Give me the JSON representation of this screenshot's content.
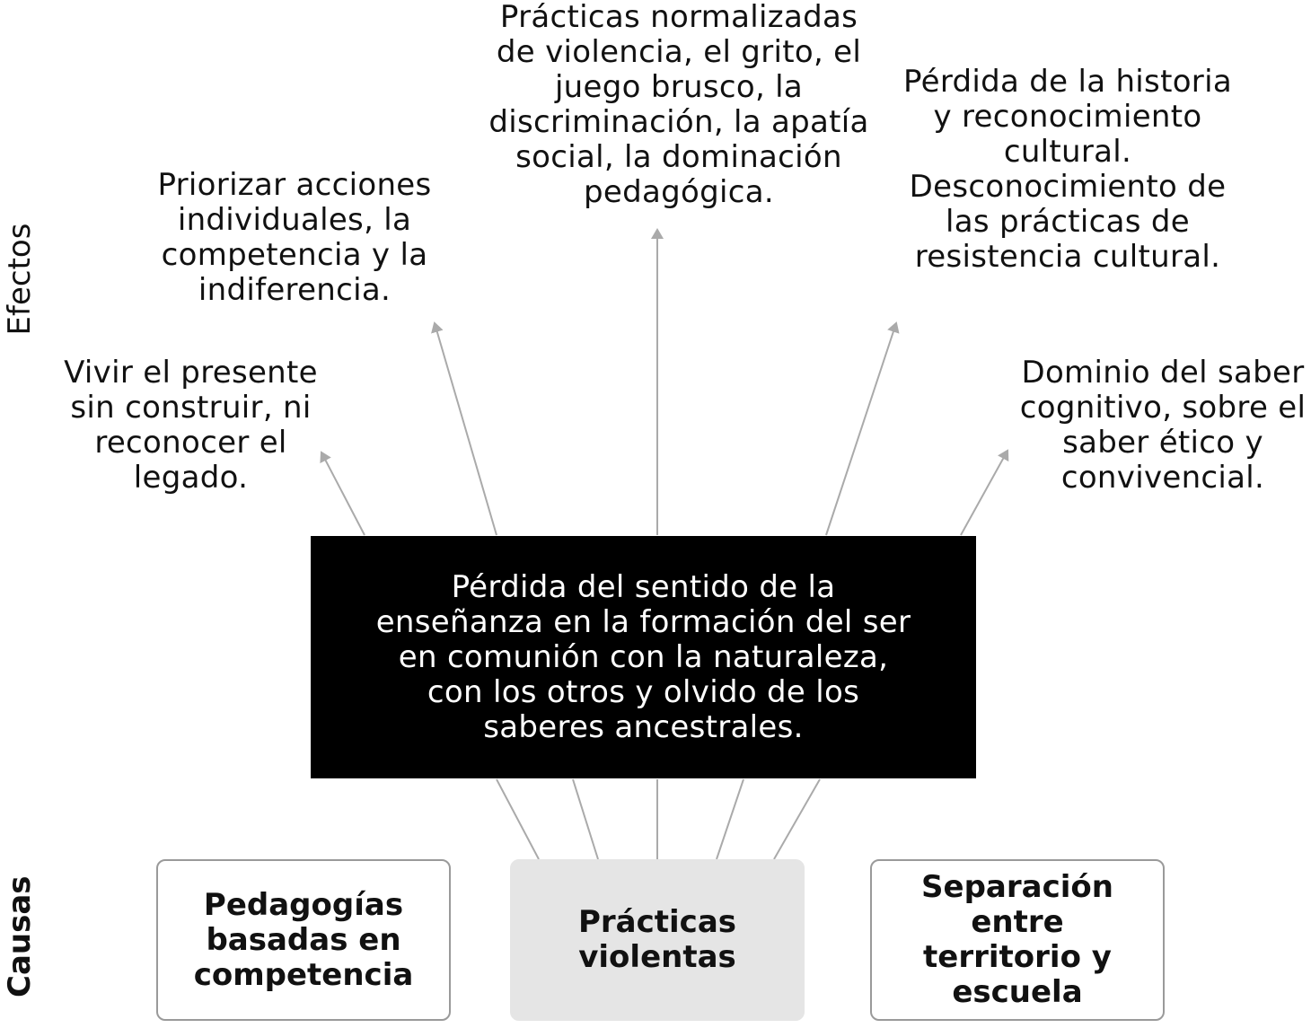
{
  "side_labels": {
    "effects": "Efectos",
    "causes": "Causas"
  },
  "central_problem": "Pérdida del sentido de la enseñanza en la formación del ser en comunión con la naturaleza, con los otros y olvido de los saberes ancestrales.",
  "effects": [
    "Vivir el presente sin construir, ni reconocer el legado.",
    "Priorizar acciones individuales, la competencia y la indiferencia.",
    "Prácticas normalizadas de violencia, el grito, el juego brusco, la discriminación, la apatía social, la dominación pedagógica.",
    "Pérdida de la historia y reconocimiento cultural. Desconocimiento de las prácticas de resistencia cultural.",
    "Dominio del saber cognitivo, sobre el saber ético y convivencial."
  ],
  "causes": [
    "Pedagogías basadas en competencia",
    "Prácticas violentas",
    "Separación entre territorio y escuela"
  ],
  "colors": {
    "central_fill": "#000000",
    "central_text": "#ffffff",
    "connector": "#aaaaaa",
    "highlight_cause": "#e5e5e5",
    "cause_border": "#9a9a9a"
  }
}
